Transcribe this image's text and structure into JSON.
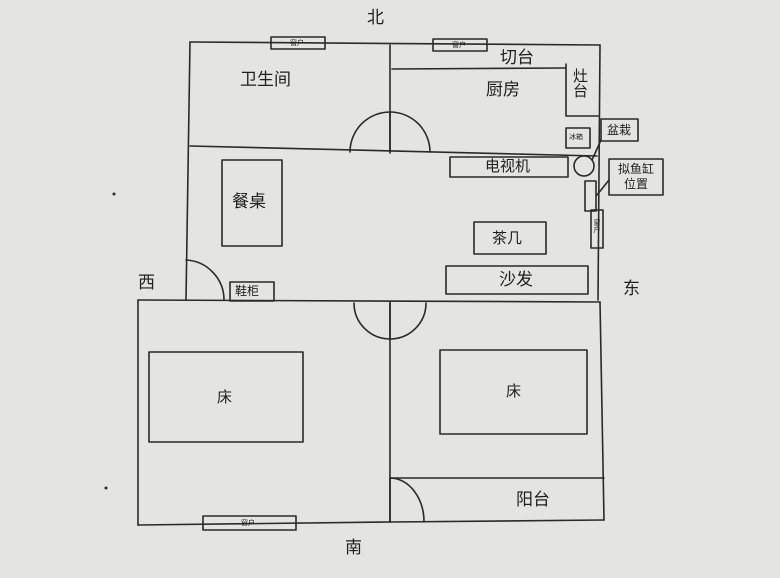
{
  "compass": {
    "north": "北",
    "south": "南",
    "east": "东",
    "west": "西"
  },
  "rooms": {
    "bathroom": "卫生间",
    "kitchen": "厨房",
    "counter": "切台",
    "stove": "灶台",
    "balcony": "阳台"
  },
  "furniture": {
    "dining_table": "餐桌",
    "tv": "电视机",
    "tea_table": "茶几",
    "sofa": "沙发",
    "shoe_cabinet": "鞋柜",
    "bed_left": "床",
    "bed_right": "床",
    "fridge": "冰箱",
    "plant": "盆栽",
    "fish_tank": "拟鱼缸位置"
  },
  "windows": {
    "label": "窗户"
  },
  "colors": {
    "paper": "#e4e4e2",
    "ink": "#2a2a2a"
  }
}
